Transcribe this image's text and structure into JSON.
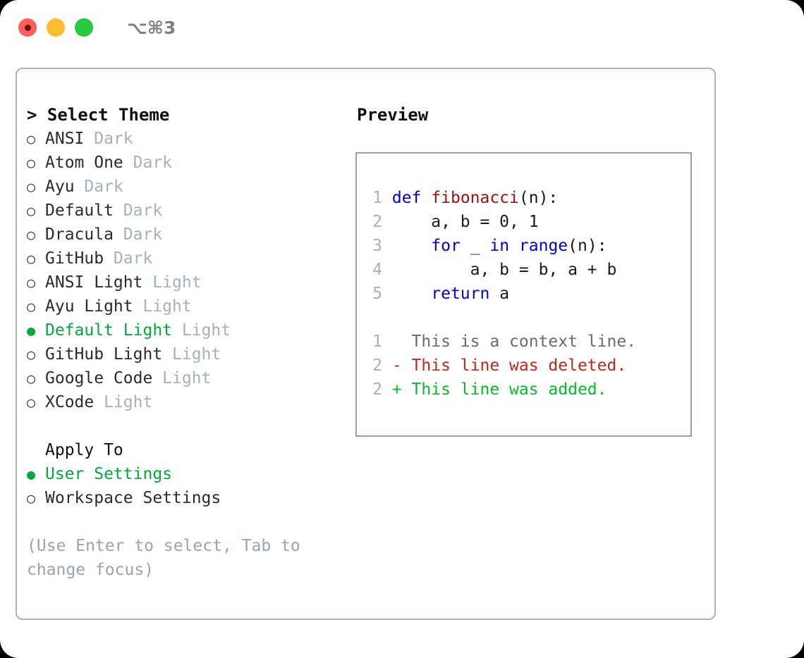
{
  "window": {
    "traffic_lights": [
      "close",
      "minimize",
      "maximize"
    ],
    "shortcut": "⌥⌘3"
  },
  "colors": {
    "accent_green": "#04a93c",
    "muted": "#a7b0bd",
    "keyword_blue": "#0000e0",
    "function_red": "#a01212",
    "diff_delete": "#c0281e",
    "diff_add": "#00bf28",
    "border": "#aab2c0"
  },
  "theme_picker": {
    "header": "> Select Theme",
    "items": [
      {
        "marker": "○",
        "name": "ANSI",
        "badge": "Dark",
        "selected": false
      },
      {
        "marker": "○",
        "name": "Atom One",
        "badge": "Dark",
        "selected": false
      },
      {
        "marker": "○",
        "name": "Ayu",
        "badge": "Dark",
        "selected": false
      },
      {
        "marker": "○",
        "name": "Default",
        "badge": "Dark",
        "selected": false
      },
      {
        "marker": "○",
        "name": "Dracula",
        "badge": "Dark",
        "selected": false
      },
      {
        "marker": "○",
        "name": "GitHub",
        "badge": "Dark",
        "selected": false
      },
      {
        "marker": "○",
        "name": "ANSI Light",
        "badge": "Light",
        "selected": false
      },
      {
        "marker": "○",
        "name": "Ayu Light",
        "badge": "Light",
        "selected": false
      },
      {
        "marker": "●",
        "name": "Default Light",
        "badge": "Light",
        "selected": true
      },
      {
        "marker": "○",
        "name": "GitHub Light",
        "badge": "Light",
        "selected": false
      },
      {
        "marker": "○",
        "name": "Google Code",
        "badge": "Light",
        "selected": false
      },
      {
        "marker": "○",
        "name": "XCode",
        "badge": "Light",
        "selected": false
      }
    ]
  },
  "apply_to": {
    "header": "Apply To",
    "items": [
      {
        "marker": "●",
        "label": "User Settings",
        "selected": true
      },
      {
        "marker": "○",
        "label": "Workspace Settings",
        "selected": false
      }
    ]
  },
  "hint": "(Use Enter to select, Tab to change focus)",
  "preview": {
    "title": "Preview",
    "code": [
      {
        "ln": "1",
        "tokens": [
          {
            "t": "def ",
            "c": "kw"
          },
          {
            "t": "fibonacci",
            "c": "fn"
          },
          {
            "t": "(n):",
            "c": "pl"
          }
        ]
      },
      {
        "ln": "2",
        "tokens": [
          {
            "t": "    a, b = 0, 1",
            "c": "pl"
          }
        ]
      },
      {
        "ln": "3",
        "tokens": [
          {
            "t": "    ",
            "c": "pl"
          },
          {
            "t": "for",
            "c": "kw"
          },
          {
            "t": " _ ",
            "c": "pl"
          },
          {
            "t": "in",
            "c": "kw"
          },
          {
            "t": " ",
            "c": "pl"
          },
          {
            "t": "range",
            "c": "kw"
          },
          {
            "t": "(n):",
            "c": "pl"
          }
        ]
      },
      {
        "ln": "4",
        "tokens": [
          {
            "t": "        a, b = b, a + b",
            "c": "pl"
          }
        ]
      },
      {
        "ln": "5",
        "tokens": [
          {
            "t": "    ",
            "c": "pl"
          },
          {
            "t": "return",
            "c": "kw"
          },
          {
            "t": " a",
            "c": "pl"
          }
        ]
      }
    ],
    "diff": [
      {
        "ln": "1",
        "sign": "  ",
        "text": "This is a context line.",
        "kind": "diff-ctx"
      },
      {
        "ln": "2",
        "sign": "- ",
        "text": "This line was deleted.",
        "kind": "diff-del"
      },
      {
        "ln": "2",
        "sign": "+ ",
        "text": "This line was added.",
        "kind": "diff-add"
      }
    ]
  }
}
